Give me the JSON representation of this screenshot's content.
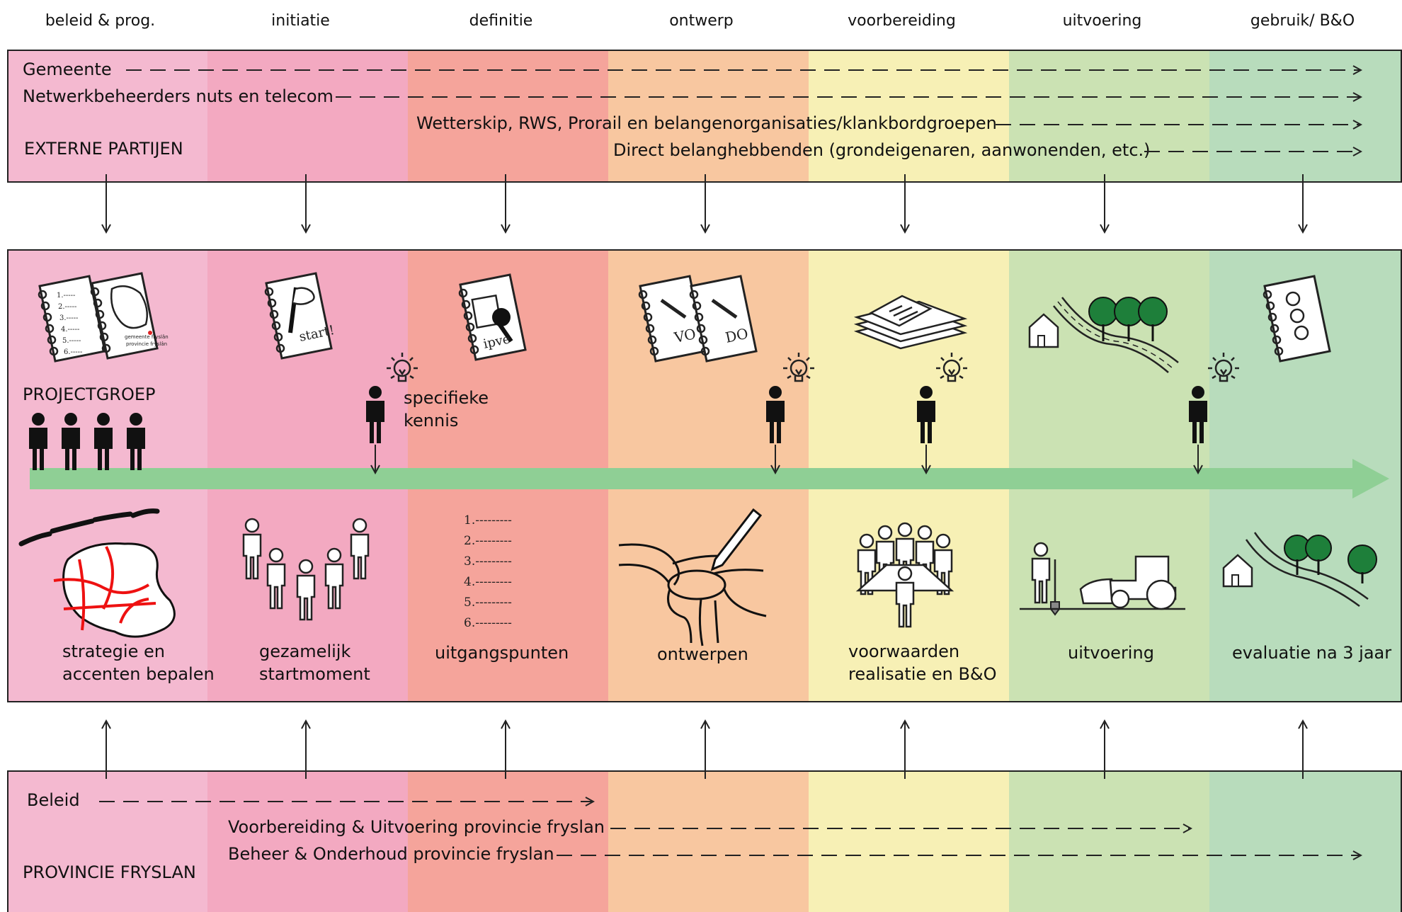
{
  "phases": [
    "beleid & prog.",
    "initiatie",
    "definitie",
    "ontwerp",
    "voorbereiding",
    "uitvoering",
    "gebruik/ B&O"
  ],
  "colors": {
    "col1": "#f4b9d0",
    "col2": "#f3a9c1",
    "col3": "#f5a49b",
    "col4": "#f8c7a0",
    "col5": "#f7f0b5",
    "col6": "#cbe2b3",
    "col7": "#b8dcbc",
    "timeline_arrow": "#8fcf95"
  },
  "external": {
    "title": "EXTERNE PARTIJEN",
    "rows": [
      "Gemeente",
      "Netwerkbeheerders nuts en telecom",
      "Wetterskip, RWS, Prorail en belangenorganisaties/klankbordgroepen",
      "Direct belanghebbenden (grondeigenaren, aanwonenden, etc.)"
    ]
  },
  "project": {
    "title": "PROJECTGROEP",
    "specific_knowledge": [
      "specifieke",
      "kennis"
    ],
    "doc_labels": {
      "list_items": [
        "1.",
        "2.",
        "3.",
        "4.",
        "5.",
        "6."
      ],
      "map_note": [
        "gemeente fryslân",
        "provincie fryslân"
      ],
      "start": "start!",
      "ipve": "ipve",
      "vo": "VO",
      "do": "DO"
    },
    "numbered_list": [
      "1.---------",
      "2.---------",
      "3.---------",
      "4.---------",
      "5.---------",
      "6.---------"
    ],
    "steps": [
      [
        "strategie en",
        "accenten bepalen"
      ],
      [
        "gezamelijk",
        "startmoment"
      ],
      [
        "uitgangspunten"
      ],
      [
        "ontwerpen"
      ],
      [
        "voorwaarden",
        "realisatie en B&O"
      ],
      [
        "uitvoering"
      ],
      [
        "evaluatie na 3 jaar"
      ]
    ]
  },
  "province": {
    "title": "PROVINCIE FRYSLAN",
    "rows": [
      "Beleid",
      "Voorbereiding & Uitvoering provincie fryslan",
      "Beheer & Onderhoud provincie fryslan"
    ]
  },
  "icons": [
    "documents-icon",
    "map-notebook-icon",
    "flag-notebook-icon",
    "magnifier-notebook-icon",
    "vo-notebook-icon",
    "do-notebook-icon",
    "papers-stack-icon",
    "house-road-trees-icon",
    "smiley-notebook-icon",
    "person-icon",
    "lightbulb-icon",
    "frisian-map-icon",
    "group-people-icon",
    "numbered-list-icon",
    "road-design-icon",
    "meeting-table-icon",
    "worker-tractor-icon",
    "evaluation-landscape-icon"
  ]
}
